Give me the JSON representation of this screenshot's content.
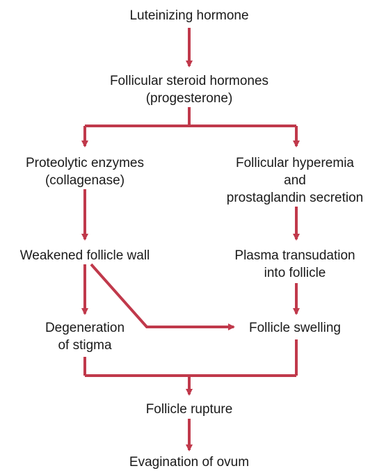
{
  "colors": {
    "connector": "#c0394b",
    "text": "#1a1a1a"
  },
  "nodes": {
    "luteinizing_hormone": [
      "Luteinizing hormone"
    ],
    "steroid_hormones": [
      "Follicular steroid hormones",
      "(progesterone)"
    ],
    "proteolytic_enzymes": [
      "Proteolytic enzymes",
      "(collagenase)"
    ],
    "hyperemia": [
      "Follicular hyperemia",
      "and",
      "prostaglandin secretion"
    ],
    "weakened_wall": [
      "Weakened follicle wall"
    ],
    "transudation": [
      "Plasma transudation",
      "into follicle"
    ],
    "degeneration": [
      "Degeneration",
      "of stigma"
    ],
    "swelling": [
      "Follicle swelling"
    ],
    "rupture": [
      "Follicle rupture"
    ],
    "evagination": [
      "Evagination of ovum"
    ]
  }
}
